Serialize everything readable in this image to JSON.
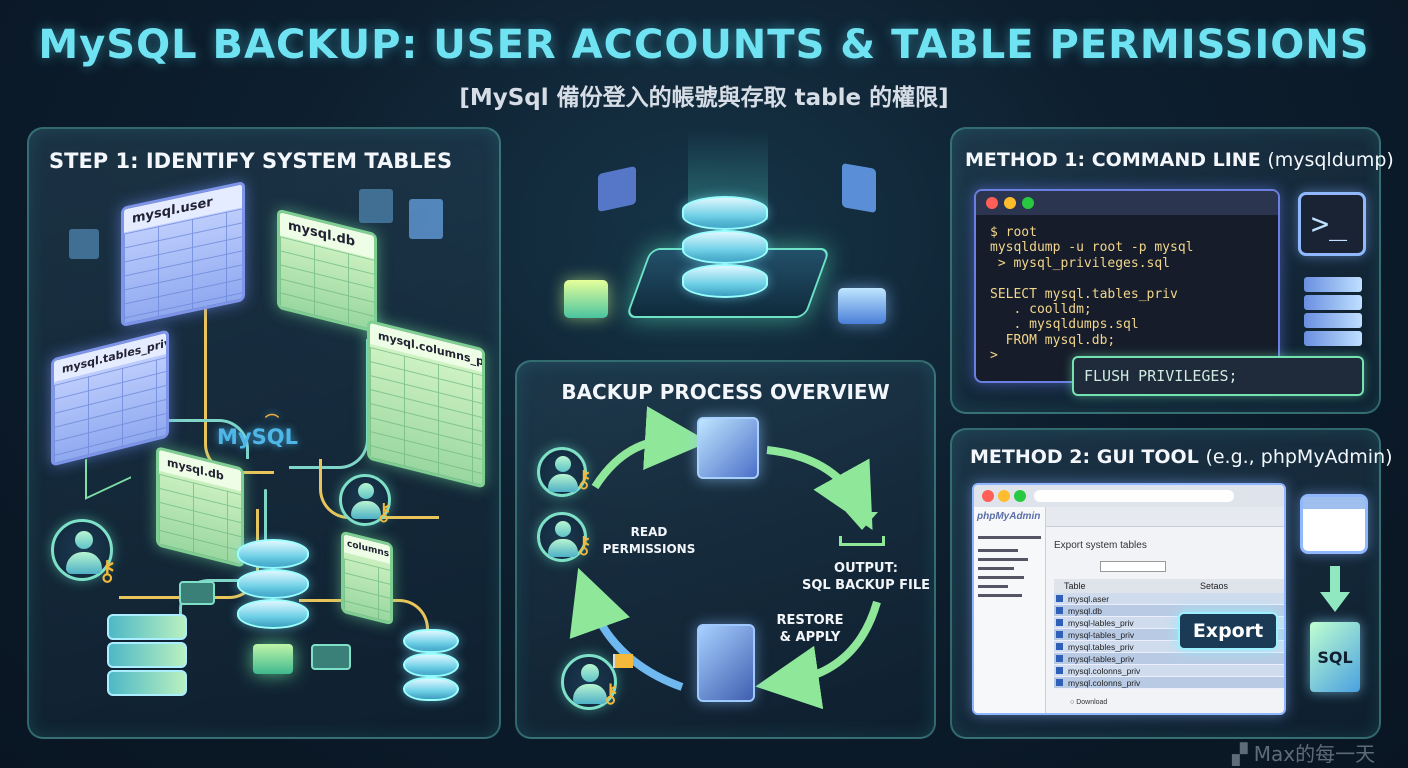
{
  "header": {
    "title": "MySQL BACKUP: USER ACCOUNTS & TABLE PERMISSIONS",
    "subtitle": "[MySql 備份登入的帳號與存取 table 的權限]"
  },
  "step1": {
    "heading": "STEP 1: IDENTIFY SYSTEM TABLES",
    "tables": {
      "user": "mysql.user",
      "db_top": "mysql.db",
      "tables_priv": "mysql.tables_priv",
      "columns_priv": "mysql.columns_priv",
      "db_bottom": "mysql.db",
      "columns": "columns"
    },
    "logo": "MySQL"
  },
  "process": {
    "heading": "BACKUP PROCESS OVERVIEW",
    "read_label": "READ\nPERMISSIONS",
    "output_label": "OUTPUT:\nSQL BACKUP FILE",
    "restore_label": "RESTORE\n& APPLY"
  },
  "method1": {
    "heading_bold": "METHOD 1: COMMAND LINE",
    "heading_light": "(mysqldump)",
    "code_lines": [
      "$ root",
      "mysqldump -u root -p mysql",
      " > mysql_privileges.sql",
      "",
      "SELECT mysql.tables_priv",
      "   . coolldm;",
      "   . mysqldumps.sql",
      "  FROM mysql.db;",
      ">"
    ],
    "flush": "FLUSH PRIVILEGES;"
  },
  "method2": {
    "heading_bold": "METHOD 2: GUI TOOL",
    "heading_light": "(e.g., phpMyAdmin)",
    "gui": {
      "logo": "phpMyAdmin",
      "export_heading": "Export system tables",
      "col_table": "Table",
      "col_status": "Setaos",
      "rows": [
        "mysql.aser",
        "mysql.db",
        "mysql-lables_priv",
        "mysql-tables_priv",
        "mysql.tables_priv",
        "mysql-tables_priv",
        "mysql.colonns_priv",
        "mysql.colonns_priv"
      ],
      "export_button": "Export",
      "download": "Download"
    },
    "file_label": "SQL"
  },
  "watermark": "Max的每一天",
  "colors": {
    "accent": "#6fe3f2",
    "key": "#f4b93a",
    "panel_border": "#5abeb4"
  }
}
